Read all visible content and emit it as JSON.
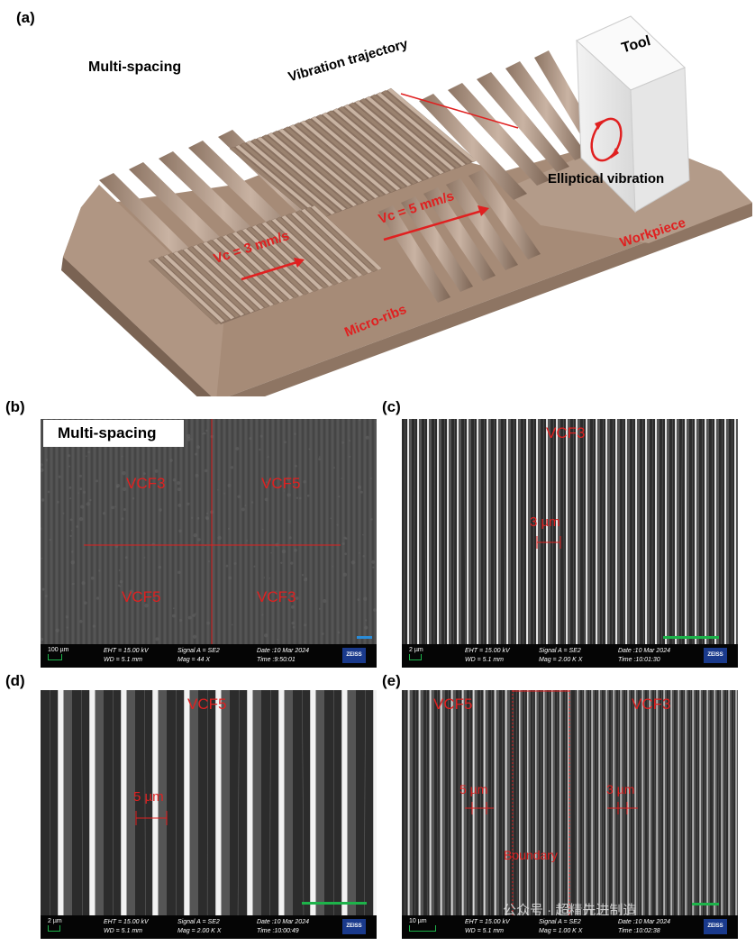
{
  "panels": {
    "a": {
      "label": "(a)",
      "texts": {
        "multi_spacing": "Multi-spacing",
        "vibration_trajectory": "Vibration trajectory",
        "tool": "Tool",
        "elliptical_vibration": "Elliptical vibration",
        "vc3": "Vc = 3 mm/s",
        "vc5": "Vc = 5 mm/s",
        "workpiece": "Workpiece",
        "micro_ribs": "Micro-ribs"
      }
    },
    "b": {
      "label": "(b)",
      "box_label": "Multi-spacing",
      "regions": [
        "VCF3",
        "VCF5",
        "VCF5",
        "VCF3"
      ],
      "info": {
        "scale": "100 µm",
        "eht": "EHT = 15.00 kV",
        "wd": "WD =  5.1 mm",
        "signal": "Signal A = SE2",
        "mag": "Mag =    44 X",
        "date": "Date :10 Mar 2024",
        "time": "Time :9:50:01"
      }
    },
    "c": {
      "label": "(c)",
      "region": "VCF3",
      "measure": "3 µm",
      "info": {
        "scale": "2 µm",
        "eht": "EHT = 15.00 kV",
        "wd": "WD =  5.1 mm",
        "signal": "Signal A = SE2",
        "mag": "Mag =   2.00 K X",
        "date": "Date :10 Mar 2024",
        "time": "Time :10:01:30"
      }
    },
    "d": {
      "label": "(d)",
      "region": "VCF5",
      "measure": "5 µm",
      "info": {
        "scale": "2 µm",
        "eht": "EHT = 15.00 kV",
        "wd": "WD =  5.1 mm",
        "signal": "Signal A = SE2",
        "mag": "Mag =   2.00 K X",
        "date": "Date :10 Mar 2024",
        "time": "Time :10:00:49"
      }
    },
    "e": {
      "label": "(e)",
      "region_left": "VCF5",
      "region_right": "VCF3",
      "measure_left": "5 µm",
      "measure_right": "3 µm",
      "boundary": "Boundary",
      "info": {
        "scale": "10 µm",
        "eht": "EHT = 15.00 kV",
        "wd": "WD =  5.1 mm",
        "signal": "Signal A = SE2",
        "mag": "Mag =   1.00 K X",
        "date": "Date :10 Mar 2024",
        "time": "Time :10:02:38"
      },
      "watermark": "公众号 · 超精先进制造"
    }
  },
  "logo_text": "ZEISS",
  "colors": {
    "annotation": "#e02020",
    "scalebar_green": "#1db34a",
    "scalebar_blue": "#2a8cd8",
    "workpiece": "#a08672"
  }
}
